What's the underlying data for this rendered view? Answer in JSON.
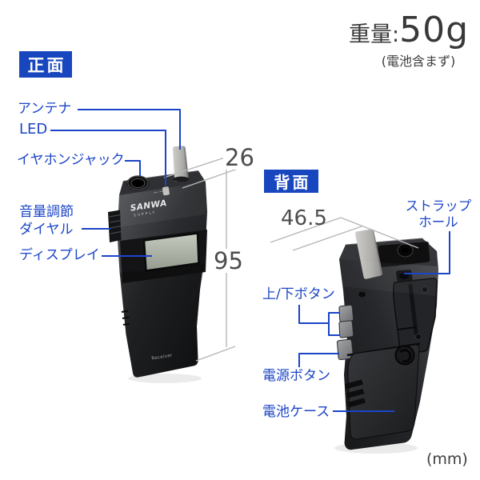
{
  "header": {
    "weight_label": "重量:",
    "weight_value": "50g",
    "weight_note": "(電池含まず)"
  },
  "front_view": {
    "section_label": "正面",
    "callouts": {
      "antenna": "アンテナ",
      "led": "LED",
      "earphone_jack": "イヤホンジャック",
      "volume_dial_line1": "音量調節",
      "volume_dial_line2": "ダイヤル",
      "display": "ディスプレイ"
    },
    "dimensions": {
      "depth": "26",
      "height": "95"
    }
  },
  "back_view": {
    "section_label": "背面",
    "callouts": {
      "strap_hole_line1": "ストラップ",
      "strap_hole_line2": "ホール",
      "up_down_buttons": "上/下ボタン",
      "power_button": "電源ボタン",
      "battery_case": "電池ケース"
    },
    "dimensions": {
      "width": "46.5"
    }
  },
  "device_markings": {
    "brand_line1": "SANWA",
    "brand_line2": "SUPPLY",
    "model_text": "Receiver"
  },
  "footer": {
    "unit": "(mm)"
  },
  "colors": {
    "callout_blue": "#1B45C7",
    "section_box_blue": "#1846BE",
    "dimension_line_gray": "#B7B7B7",
    "dimension_text_gray": "#4D4D4D",
    "heading_text_dark": "#383838"
  }
}
